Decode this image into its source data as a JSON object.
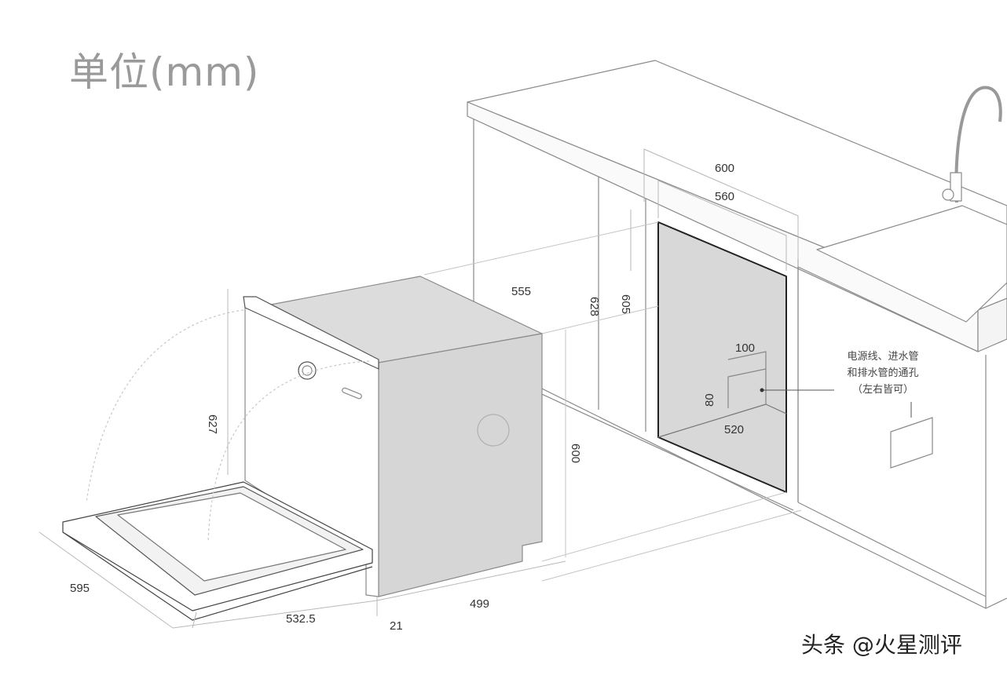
{
  "unit_label": "单位(mm)",
  "dimensions": {
    "w600": "600",
    "w560": "560",
    "d555": "555",
    "h628": "628",
    "h605": "605",
    "h100": "100",
    "h80": "80",
    "w520": "520",
    "h627": "627",
    "h600": "600",
    "w595": "595",
    "w532_5": "532.5",
    "w21": "21",
    "w499": "499"
  },
  "note": {
    "line1": "电源线、进水管",
    "line2": "和排水管的通孔",
    "line3": "（左右皆可）"
  },
  "watermark": "头条 @火星测评"
}
